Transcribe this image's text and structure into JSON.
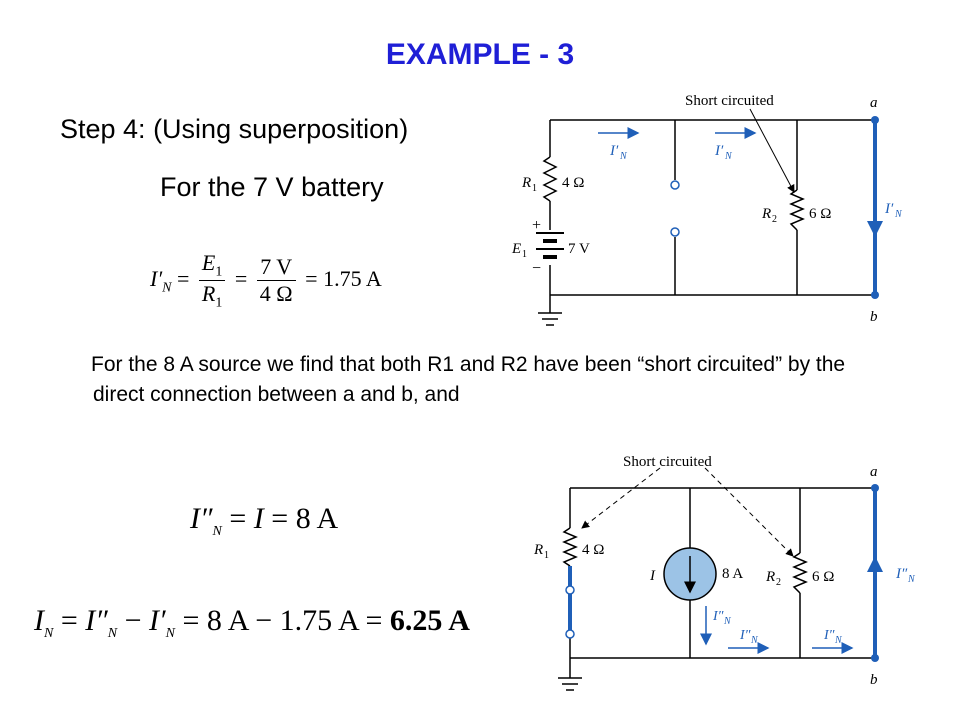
{
  "title": "EXAMPLE - 3",
  "step_heading": "Step 4: (Using superposition)",
  "sub_heading": "For the 7 V battery",
  "eq1": {
    "lhs_sym": "I′",
    "lhs_sub": "N",
    "num1": "E",
    "num1_sub": "1",
    "den1": "R",
    "den1_sub": "1",
    "num2": "7 V",
    "den2": "4 Ω",
    "result": "1.75 A"
  },
  "paragraph": "For the 8 A source  we find that both R1 and R2 have been “short circuited” by the direct connection between a and b, and",
  "eq2": {
    "lhs_sym": "I″",
    "lhs_sub": "N",
    "mid": "I",
    "result": "8 A"
  },
  "eq3": {
    "lhs_sym": "I",
    "lhs_sub": "N",
    "t1_sym": "I″",
    "t1_sub": "N",
    "t2_sym": "I′",
    "t2_sub": "N",
    "v1": "8 A",
    "v2": "1.75 A",
    "result": "6.25 A"
  },
  "circuit1": {
    "annotation": "Short circuited",
    "node_a": "a",
    "node_b": "b",
    "r1_name": "R",
    "r1_sub": "1",
    "r1_value": "4 Ω",
    "r2_name": "R",
    "r2_sub": "2",
    "r2_value": "6 Ω",
    "e1_name": "E",
    "e1_sub": "1",
    "e1_value": "7 V",
    "plus": "+",
    "minus": "−",
    "current_label": "I′",
    "current_sub": "N"
  },
  "circuit2": {
    "annotation": "Short circuited",
    "node_a": "a",
    "node_b": "b",
    "r1_name": "R",
    "r1_sub": "1",
    "r1_value": "4 Ω",
    "r2_name": "R",
    "r2_sub": "2",
    "r2_value": "6 Ω",
    "source_name": "I",
    "source_value": "8 A",
    "current_label": "I″",
    "current_sub": "N"
  },
  "colors": {
    "title": "#1f1fd6",
    "wire_blue": "#1f5fb8",
    "source_fill": "#9cc3e6"
  }
}
